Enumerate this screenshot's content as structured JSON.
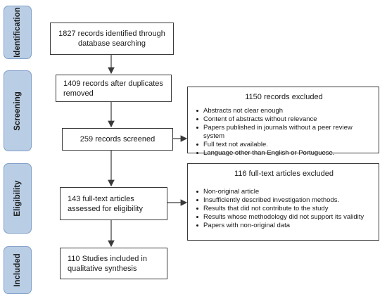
{
  "stages": [
    "Identification",
    "Screening",
    "Eligibility",
    "Included"
  ],
  "boxes": {
    "identified": "1827 records identified through database searching",
    "after_duplicates": "1409 records after duplicates removed",
    "screened": "259 records screened",
    "assessed": "143 full-text articles assessed for eligibility",
    "included": "110 Studies included in qualitative synthesis"
  },
  "exclusion_records": {
    "title": "1150 records excluded",
    "items": [
      "Abstracts not clear enough",
      "Content of abstracts without relevance",
      "Papers published in journals without  a peer review system",
      "Full text not available.",
      "Language other than English or Portuguese."
    ]
  },
  "exclusion_fulltext": {
    "title": "116 full-text articles excluded",
    "items": [
      "Non-original article",
      "Insufficiently described investigation methods.",
      "Results that did not contribute to the study",
      "Results whose methodology did not support its validity",
      "Papers with non-original data"
    ]
  },
  "colors": {
    "stage_fill": "#b9cde5",
    "stage_border": "#7f9fc8",
    "line": "#3a3a3a"
  }
}
